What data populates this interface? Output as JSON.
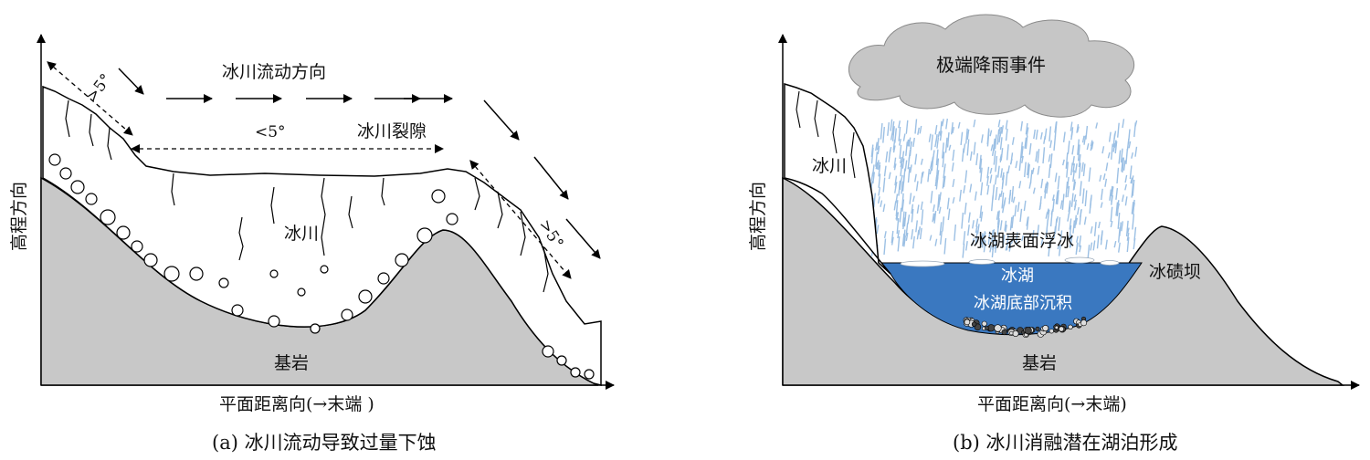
{
  "panel_a": {
    "flow_direction": "冰川流动方向",
    "angle_steep_left": ">5°",
    "angle_gentle": "<5°",
    "crevasse": "冰川裂隙",
    "glacier": "冰川",
    "bedrock": "基岩",
    "y_axis": "高程方向",
    "x_axis": "平面距离向(→末端 )",
    "angle_steep_right": ">5°",
    "caption": "(a) 冰川流动导致过量下蚀"
  },
  "panel_b": {
    "storm": "极端降雨事件",
    "glacier": "冰川",
    "floating_ice": "冰湖表面浮冰",
    "lake": "冰湖",
    "moraine_dam": "冰碛坝",
    "lake_sediment": "冰湖底部沉积",
    "bedrock": "基岩",
    "y_axis": "高程方向",
    "x_axis": "平面距离向(→末端)",
    "caption": "(b) 冰川消融潜在湖泊形成"
  },
  "colors": {
    "bedrock": "#c8c8c8",
    "lake": "#3a78c0",
    "rain": "#9cc0e4",
    "cloud": "#c6c6c6"
  }
}
